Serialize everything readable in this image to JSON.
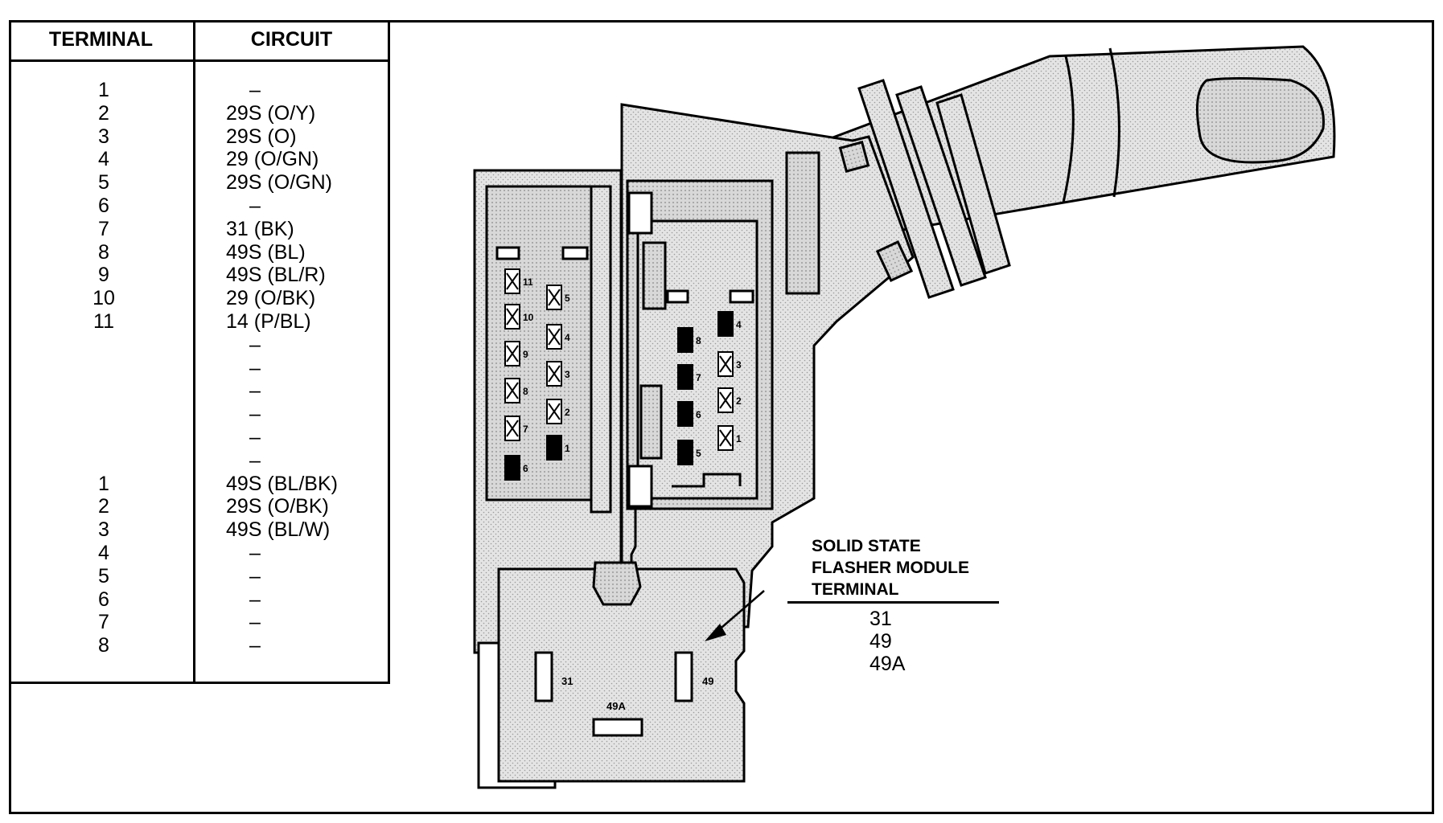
{
  "table": {
    "header_terminal": "TERMINAL",
    "header_circuit": "CIRCUIT",
    "rows": [
      {
        "terminal": "1",
        "circuit": "–"
      },
      {
        "terminal": "2",
        "circuit": "29S (O/Y)"
      },
      {
        "terminal": "3",
        "circuit": "29S (O)"
      },
      {
        "terminal": "4",
        "circuit": "29 (O/GN)"
      },
      {
        "terminal": "5",
        "circuit": "29S (O/GN)"
      },
      {
        "terminal": "6",
        "circuit": "–"
      },
      {
        "terminal": "7",
        "circuit": "31 (BK)"
      },
      {
        "terminal": "8",
        "circuit": "49S (BL)"
      },
      {
        "terminal": "9",
        "circuit": "49S (BL/R)"
      },
      {
        "terminal": "10",
        "circuit": "29 (O/BK)"
      },
      {
        "terminal": "11",
        "circuit": "14 (P/BL)"
      },
      {
        "terminal": "",
        "circuit": "–"
      },
      {
        "terminal": "",
        "circuit": "–"
      },
      {
        "terminal": "",
        "circuit": "–"
      },
      {
        "terminal": "",
        "circuit": "–"
      },
      {
        "terminal": "",
        "circuit": "–"
      },
      {
        "terminal": "",
        "circuit": "–"
      },
      {
        "terminal": "1",
        "circuit": "49S (BL/BK)"
      },
      {
        "terminal": "2",
        "circuit": "29S (O/BK)"
      },
      {
        "terminal": "3",
        "circuit": "49S (BL/W)"
      },
      {
        "terminal": "4",
        "circuit": "–"
      },
      {
        "terminal": "5",
        "circuit": "–"
      },
      {
        "terminal": "6",
        "circuit": "–"
      },
      {
        "terminal": "7",
        "circuit": "–"
      },
      {
        "terminal": "8",
        "circuit": "–"
      }
    ]
  },
  "flasher": {
    "title_line1": "SOLID STATE",
    "title_line2": "FLASHER MODULE",
    "title_line3": "TERMINAL",
    "values": [
      "31",
      "49",
      "49A"
    ]
  },
  "connector_left_labels": [
    "11",
    "10",
    "9",
    "8",
    "7",
    "6",
    "5",
    "4",
    "3",
    "2",
    "1"
  ],
  "connector_right_labels": [
    "8",
    "7",
    "6",
    "5",
    "4",
    "3",
    "2",
    "1"
  ],
  "module_labels": {
    "a": "31",
    "b": "49",
    "c": "49A"
  },
  "colors": {
    "line": "#000000",
    "fill": "#d9d9d9",
    "background": "#ffffff"
  }
}
